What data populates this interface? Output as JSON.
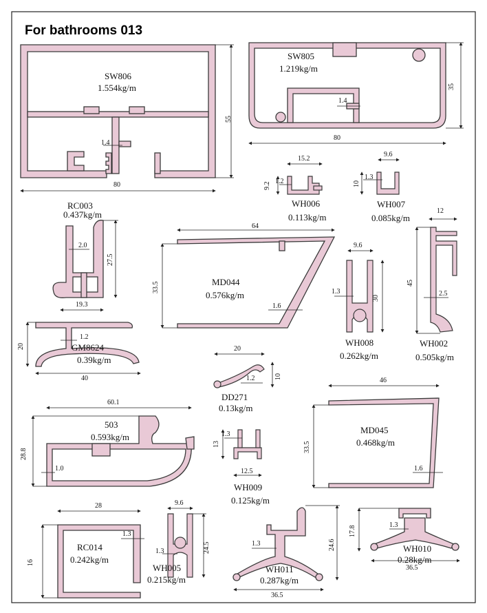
{
  "title": "For bathrooms 013",
  "colors": {
    "profile_fill": "#e9c9d6",
    "profile_stroke": "#3a3a3a",
    "line": "#222222",
    "border": "#222222"
  },
  "profiles": [
    {
      "code": "SW806",
      "weight": "1.554kg/m",
      "dims": [
        "80",
        "55",
        "1.4"
      ]
    },
    {
      "code": "SW805",
      "weight": "1.219kg/m",
      "dims": [
        "80",
        "35",
        "1.4"
      ]
    },
    {
      "code": "WH006",
      "weight": "0.113kg/m",
      "dims": [
        "15.2",
        "9.2",
        "1.2"
      ]
    },
    {
      "code": "WH007",
      "weight": "0.085kg/m",
      "dims": [
        "9.6",
        "10",
        "1.3"
      ]
    },
    {
      "code": "RC003",
      "weight": "0.437kg/m",
      "dims": [
        "19.3",
        "27.5",
        "2.0"
      ]
    },
    {
      "code": "MD044",
      "weight": "0.576kg/m",
      "dims": [
        "64",
        "33.5",
        "1.6"
      ]
    },
    {
      "code": "WH008",
      "weight": "0.262kg/m",
      "dims": [
        "9.6",
        "30",
        "1.3"
      ]
    },
    {
      "code": "WH002",
      "weight": "0.505kg/m",
      "dims": [
        "12",
        "45",
        "2.5"
      ]
    },
    {
      "code": "GM8624",
      "weight": "0.39kg/m",
      "dims": [
        "40",
        "20",
        "1.2"
      ]
    },
    {
      "code": "DD271",
      "weight": "0.13kg/m",
      "dims": [
        "20",
        "10",
        "1.2"
      ]
    },
    {
      "code": "503",
      "weight": "0.593kg/m",
      "dims": [
        "60.1",
        "28.8",
        "1.0"
      ]
    },
    {
      "code": "WH009",
      "weight": "0.125kg/m",
      "dims": [
        "12.5",
        "13",
        "1.3"
      ]
    },
    {
      "code": "MD045",
      "weight": "0.468kg/m",
      "dims": [
        "46",
        "33.5",
        "1.6"
      ]
    },
    {
      "code": "RC014",
      "weight": "0.242kg/m",
      "dims": [
        "28",
        "16",
        "1.3"
      ]
    },
    {
      "code": "WH005",
      "weight": "0.215kg/m",
      "dims": [
        "9.6",
        "24.5",
        "1.3"
      ]
    },
    {
      "code": "WH011",
      "weight": "0.287kg/m",
      "dims": [
        "36.5",
        "24.6",
        "1.3"
      ]
    },
    {
      "code": "WH010",
      "weight": "0.28kg/m",
      "dims": [
        "36.5",
        "17.8",
        "1.3"
      ]
    }
  ]
}
